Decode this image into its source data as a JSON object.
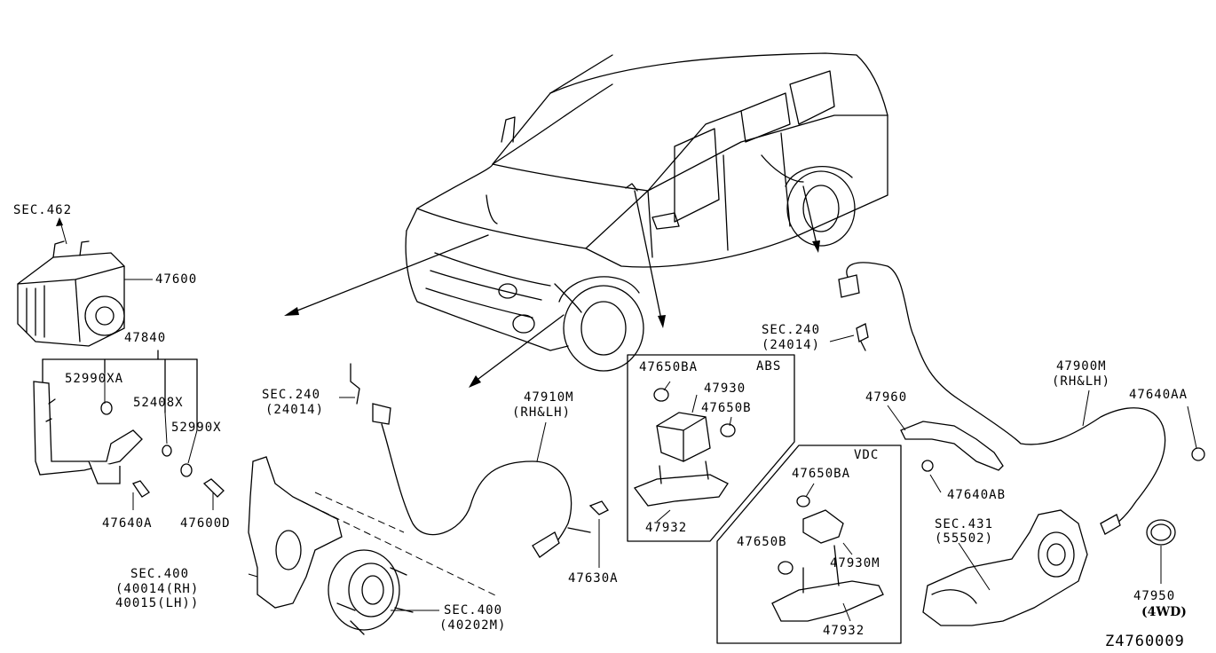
{
  "diagram_code": "Z4760009",
  "sections": {
    "abs_box_title": "ABS",
    "vdc_box_title": "VDC"
  },
  "labels": {
    "sec462": "SEC.462",
    "p47600": "47600",
    "p47840": "47840",
    "p52990XA": "52990XA",
    "p52408X": "52408X",
    "p52990X": "52990X",
    "p47640A": "47640A",
    "p47600D": "47600D",
    "sec400_knuckle": "SEC.400",
    "p40014": "(40014(RH)",
    "p40015": "40015(LH))",
    "sec240_left": "SEC.240",
    "p24014_left": "(24014)",
    "p47910M": "47910M",
    "p47910M_sub": "(RH&LH)",
    "p47630A": "47630A",
    "sec400_hub": "SEC.400",
    "p40202M": "(40202M)",
    "p47650BA_abs": "47650BA",
    "p47930": "47930",
    "p47650B_abs": "47650B",
    "p47932_abs": "47932",
    "p47650BA_vdc": "47650BA",
    "p47650B_vdc": "47650B",
    "p47930M": "47930M",
    "p47932_vdc": "47932",
    "sec240_right": "SEC.240",
    "p24014_right": "(24014)",
    "p47960": "47960",
    "p47900M": "47900M",
    "p47900M_sub": "(RH&LH)",
    "p47640AA": "47640AA",
    "p47640AB": "47640AB",
    "sec431": "SEC.431",
    "p55502": "(55502)",
    "p47950": "47950",
    "p4WD": "(4WD)"
  }
}
